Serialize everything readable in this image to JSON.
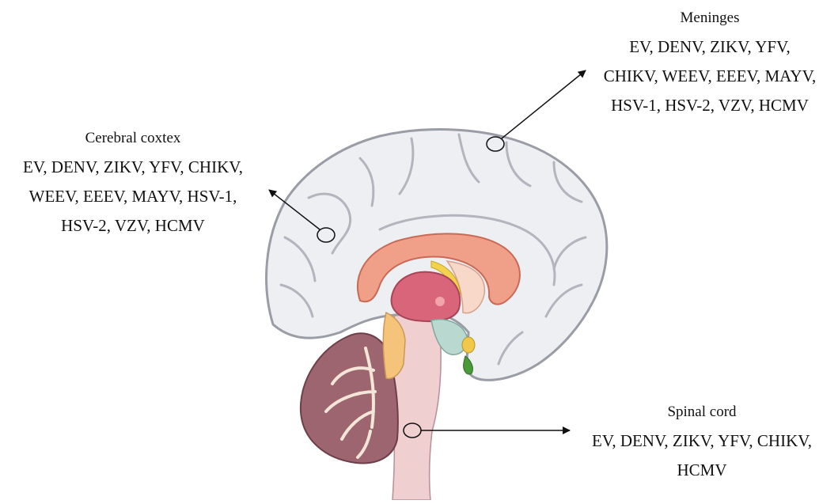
{
  "annotations": {
    "meninges": {
      "title": "Meninges",
      "lines": [
        "EV, DENV, ZIKV, YFV,",
        "CHIKV, WEEV, EEEV, MAYV,",
        "HSV-1, HSV-2, VZV, HCMV"
      ]
    },
    "cortex": {
      "title": "Cerebral coxtex",
      "lines": [
        "EV, DENV, ZIKV, YFV, CHIKV,",
        "WEEV, EEEV, MAYV, HSV-1,",
        "HSV-2, VZV, HCMV"
      ]
    },
    "spinal": {
      "title": "Spinal cord",
      "lines": [
        "EV, DENV, ZIKV, YFV, CHIKV,",
        "HCMV"
      ]
    }
  },
  "colors": {
    "cortex_fill": "#eeeff3",
    "cortex_stroke": "#9a9ca6",
    "corpus_callosum": "#f09f88",
    "thalamus": "#d9657a",
    "cerebellum": "#9c6570",
    "brainstem": "#efcfd0",
    "arrow": "#111111"
  }
}
